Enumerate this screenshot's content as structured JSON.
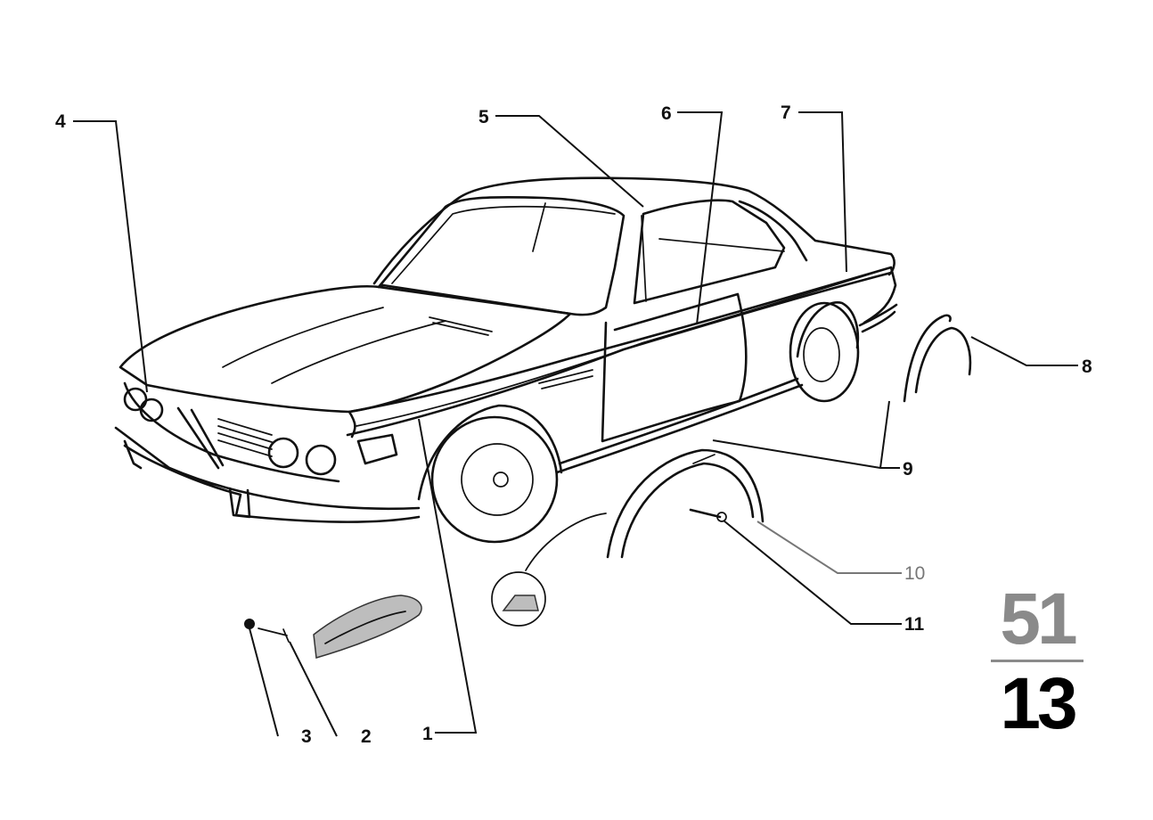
{
  "callouts": {
    "c1": "1",
    "c2": "2",
    "c3": "3",
    "c4": "4",
    "c5": "5",
    "c6": "6",
    "c7": "7",
    "c8": "8",
    "c9": "9",
    "c10": "10",
    "c11": "11"
  },
  "plate": {
    "group": "51",
    "subgroup": "13"
  },
  "colors": {
    "line": "#111111",
    "faded": "#777777",
    "plate_top": "#8a8a8a",
    "plate_bottom": "#000000"
  }
}
